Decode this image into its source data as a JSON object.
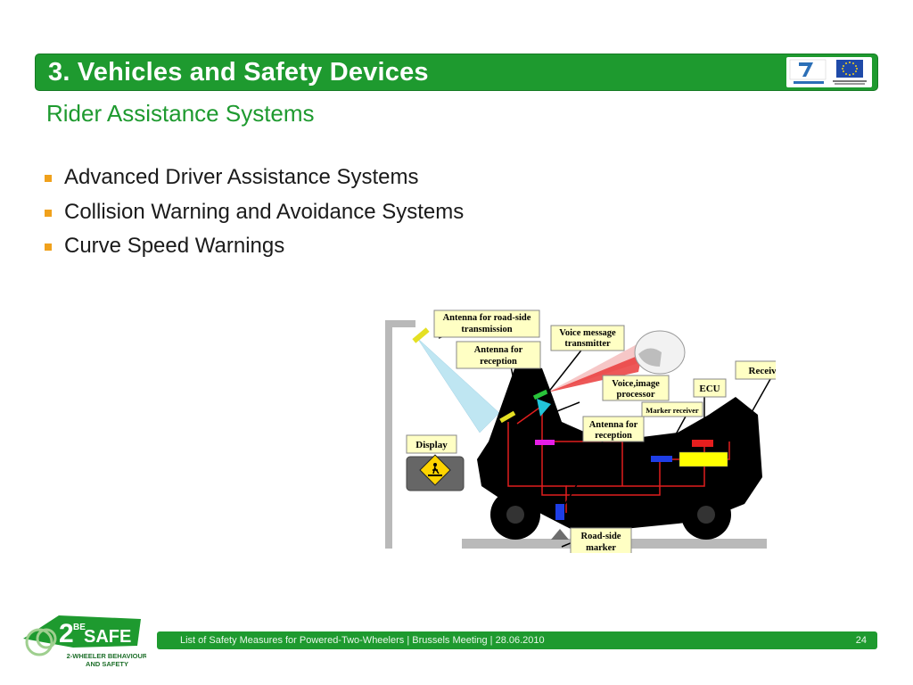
{
  "header": {
    "title": "3. Vehicles and Safety Devices",
    "subtitle": "Rider Assistance Systems"
  },
  "bullets": [
    "Advanced Driver Assistance Systems",
    "Collision Warning and Avoidance Systems",
    "Curve Speed Warnings"
  ],
  "diagram": {
    "labels": {
      "antenna_transmission_1": "Antenna for road-side",
      "antenna_transmission_2": "transmission",
      "voice_message_1": "Voice message",
      "voice_message_2": "transmitter",
      "antenna_reception_1": "Antenna for",
      "antenna_reception_2": "reception",
      "receiver": "Receiver",
      "voice_image_1": "Voice,image",
      "voice_image_2": "processor",
      "ecu": "ECU",
      "marker_receiver": "Marker receiver",
      "antenna_reception2_1": "Antenna for",
      "antenna_reception2_2": "reception",
      "display": "Display",
      "roadside_1": "Road-side",
      "roadside_2": "marker"
    }
  },
  "footer": {
    "text": "List of Safety Measures for Powered-Two-Wheelers | Brussels Meeting | 28.06.2010",
    "page": "24"
  },
  "brand": {
    "logo_main": "SAFE",
    "logo_digit": "2",
    "logo_super": "BE",
    "tagline_1": "2-WHEELER BEHAVIOUR",
    "tagline_2": "AND SAFETY"
  },
  "colors": {
    "accent_green": "#1e9a2f",
    "bullet_orange": "#f0a11c"
  }
}
